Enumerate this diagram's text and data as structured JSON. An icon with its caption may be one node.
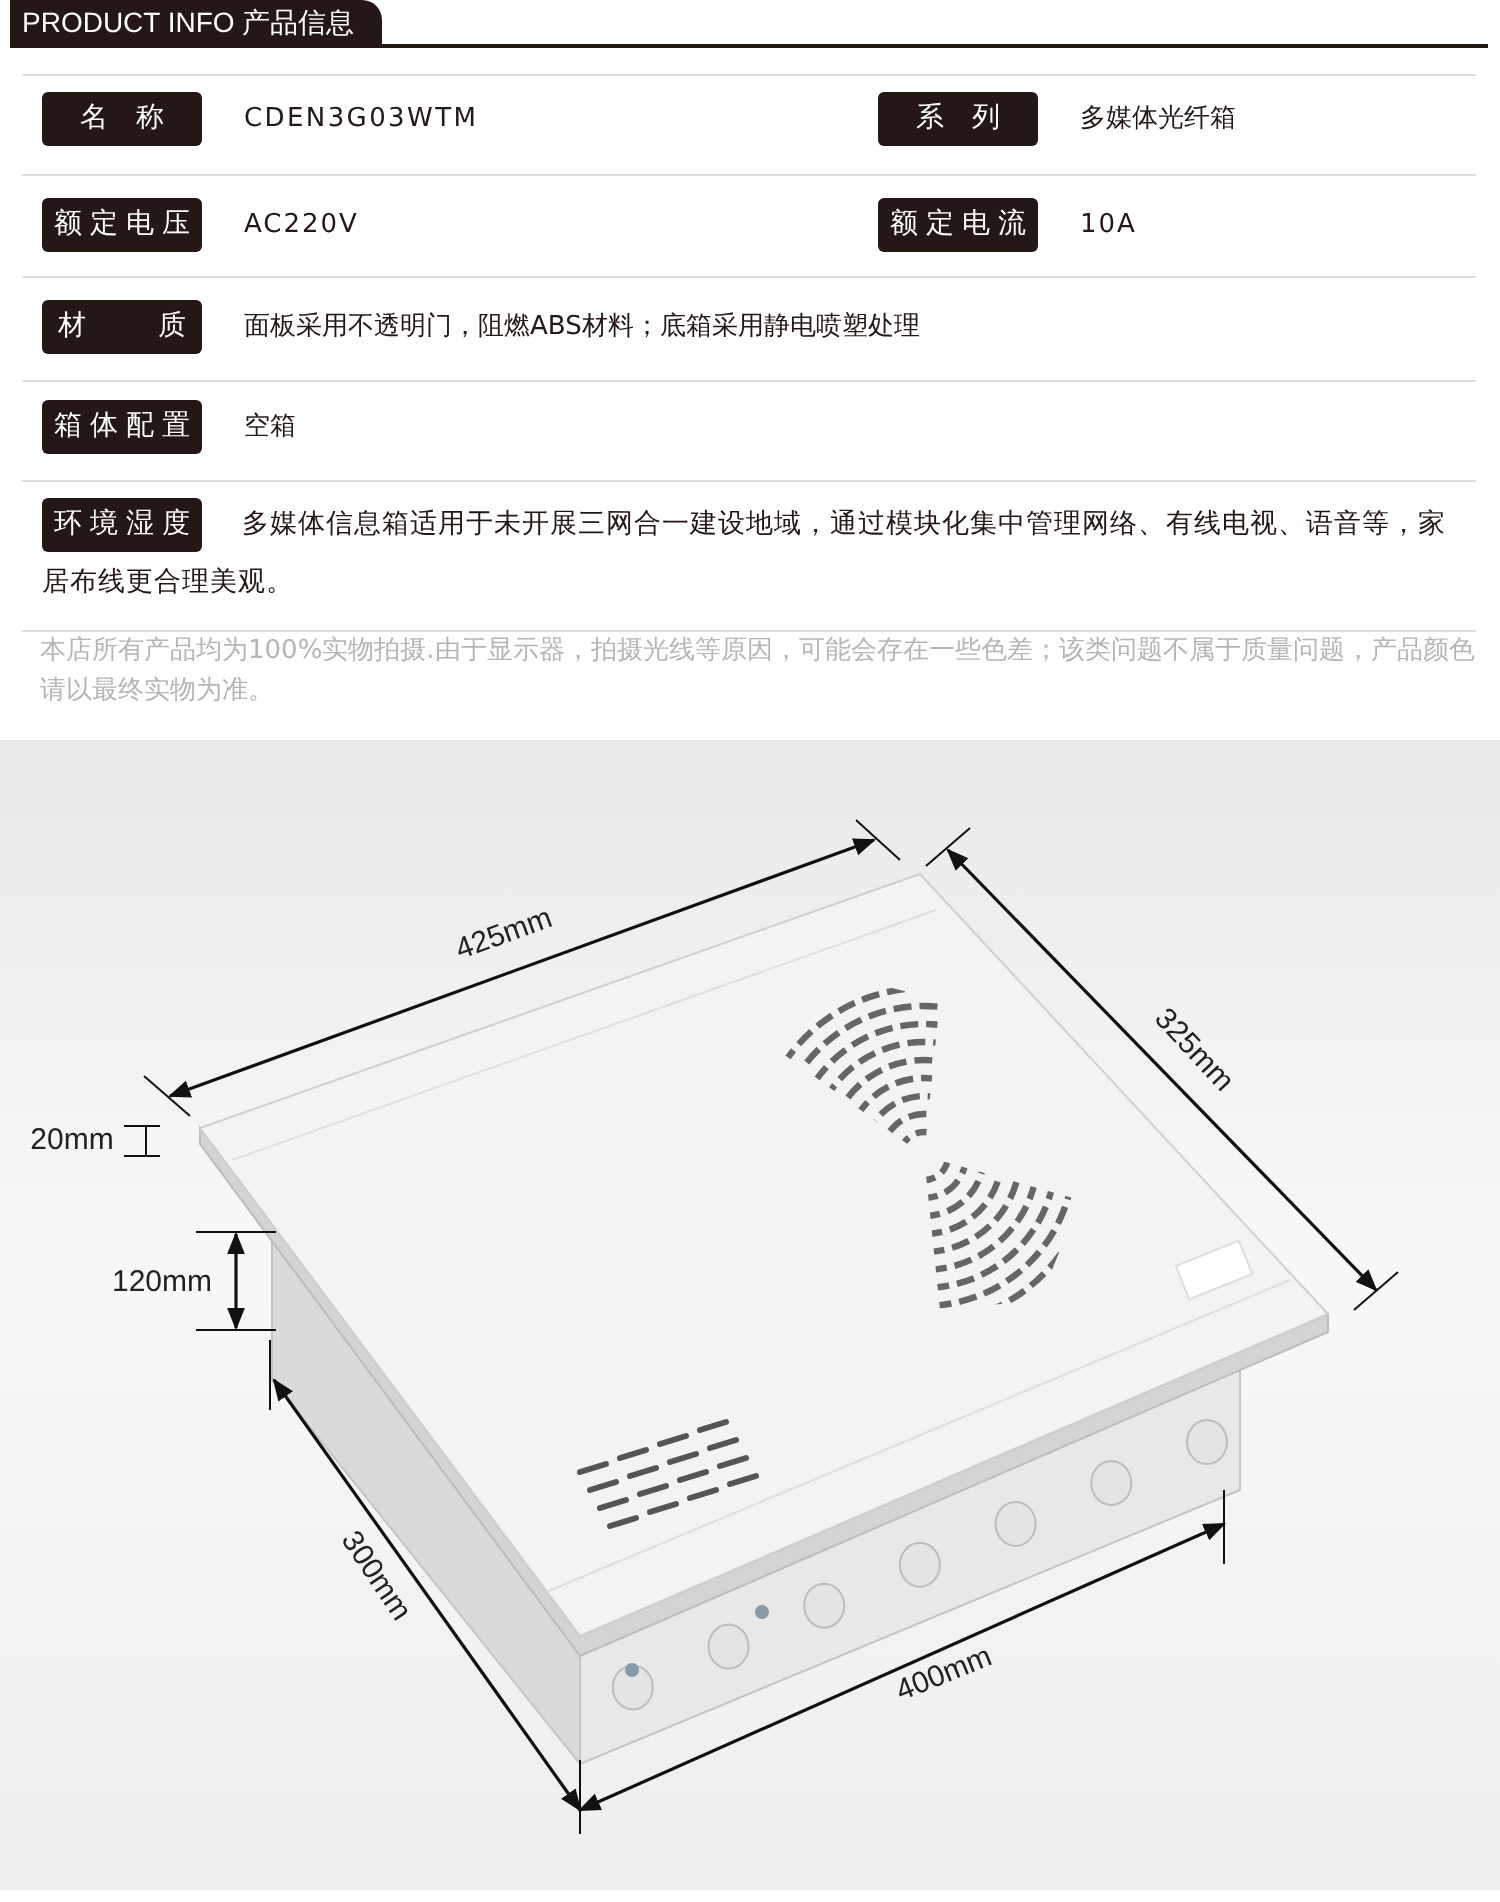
{
  "diagram": {
    "title": "PRODUCT INFO 产品信息",
    "labels": [
      "名称",
      "CDEN3G03WTM",
      "系列",
      "多媒体光纤箱",
      "额定电压",
      "AC220V",
      "额定电流",
      "10A",
      "材质",
      "面板采用不透明门，阻燃ABS材料；底箱采用静电喷塑处理",
      "箱体配置",
      "空箱",
      "环境湿度",
      "多媒体信息箱适用于未开展三网合一建设地域，通过模块化集中管理网络、有线电视、语音等，家居布线更合理美观。",
      "本店所有产品均为100%实物拍摄.由于显示器，拍摄光线等原因，可能会存在一些色差；该类问题不属于质量问题，产品颜色请以最终实物为准。",
      "425mm",
      "325mm",
      "20mm",
      "120mm",
      "300mm",
      "400mm"
    ]
  }
}
